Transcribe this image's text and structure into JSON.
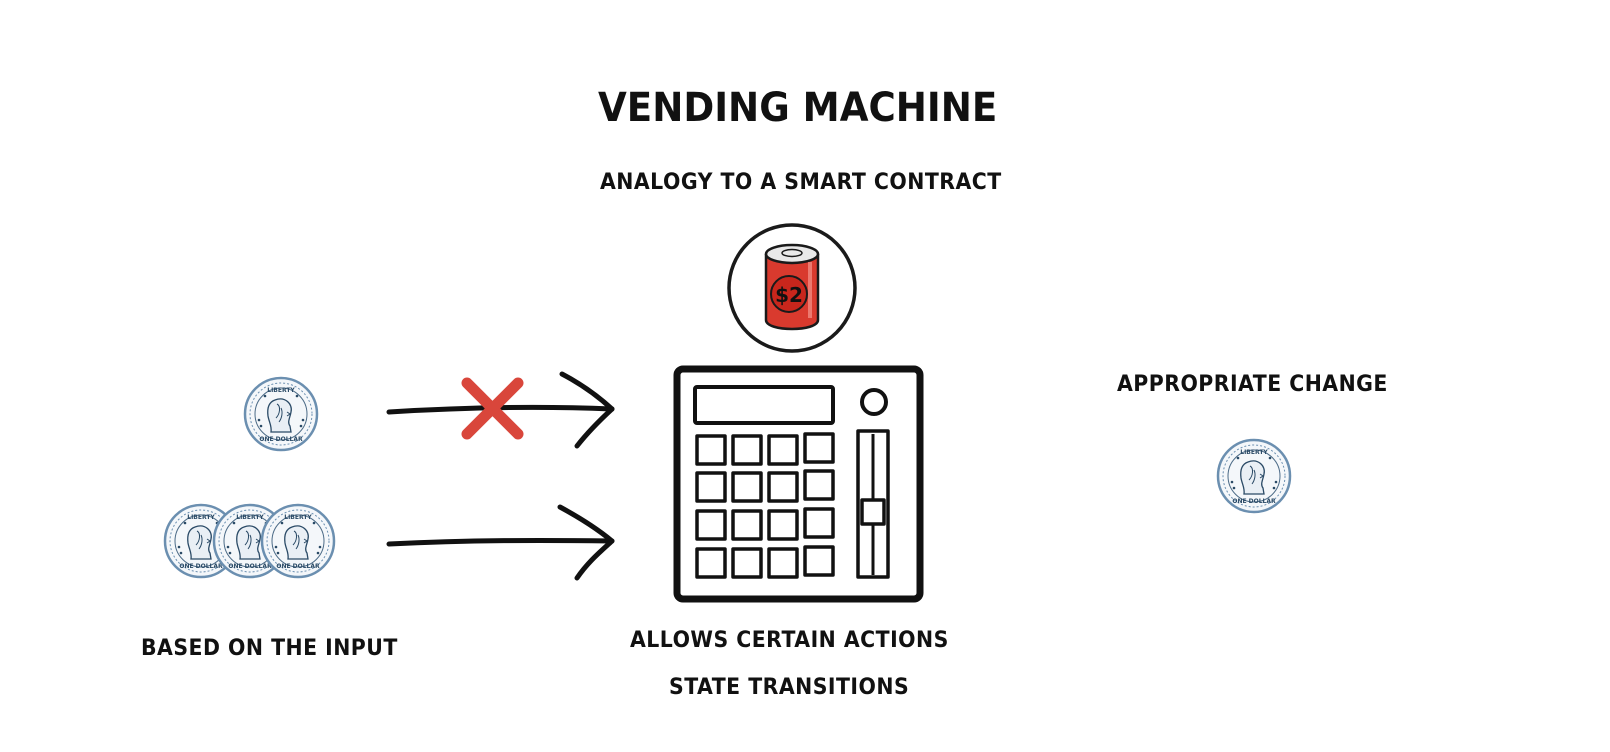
{
  "diagram": {
    "title": "VENDING MACHINE",
    "subtitle": "ANALOGY TO A SMART CONTRACT",
    "output_label": "APPROPRIATE CHANGE",
    "input_label": "BASED ON THE INPUT",
    "actions_label": "ALLOWS CERTAIN ACTIONS",
    "states_label": "STATE TRANSITIONS",
    "price_label": "$2",
    "coin_top_text": "LIBERTY",
    "coin_bottom_text": "ONE DOLLAR",
    "colors": {
      "ink": "#111111",
      "reject": "#d9463b",
      "can": "#d93a2e",
      "coin_edge": "#6b8fb0"
    },
    "icons": [
      "coin-icon",
      "arrow-icon",
      "reject-x-icon",
      "soda-can-icon",
      "vending-machine-icon"
    ]
  }
}
